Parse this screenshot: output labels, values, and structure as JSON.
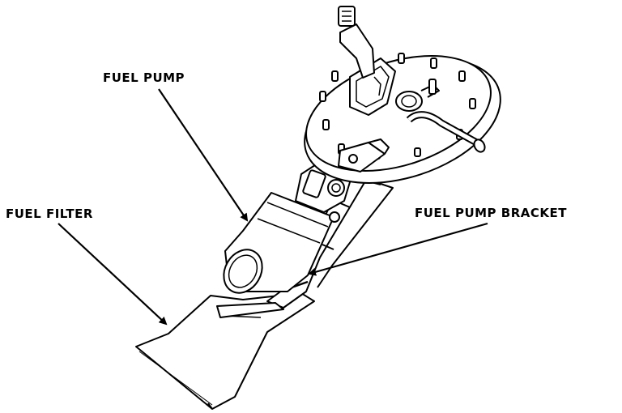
{
  "labels": {
    "fuel_pump": "FUEL PUMP",
    "fuel_filter": "FUEL FILTER",
    "fuel_pump_bracket": "FUEL PUMP BRACKET"
  }
}
